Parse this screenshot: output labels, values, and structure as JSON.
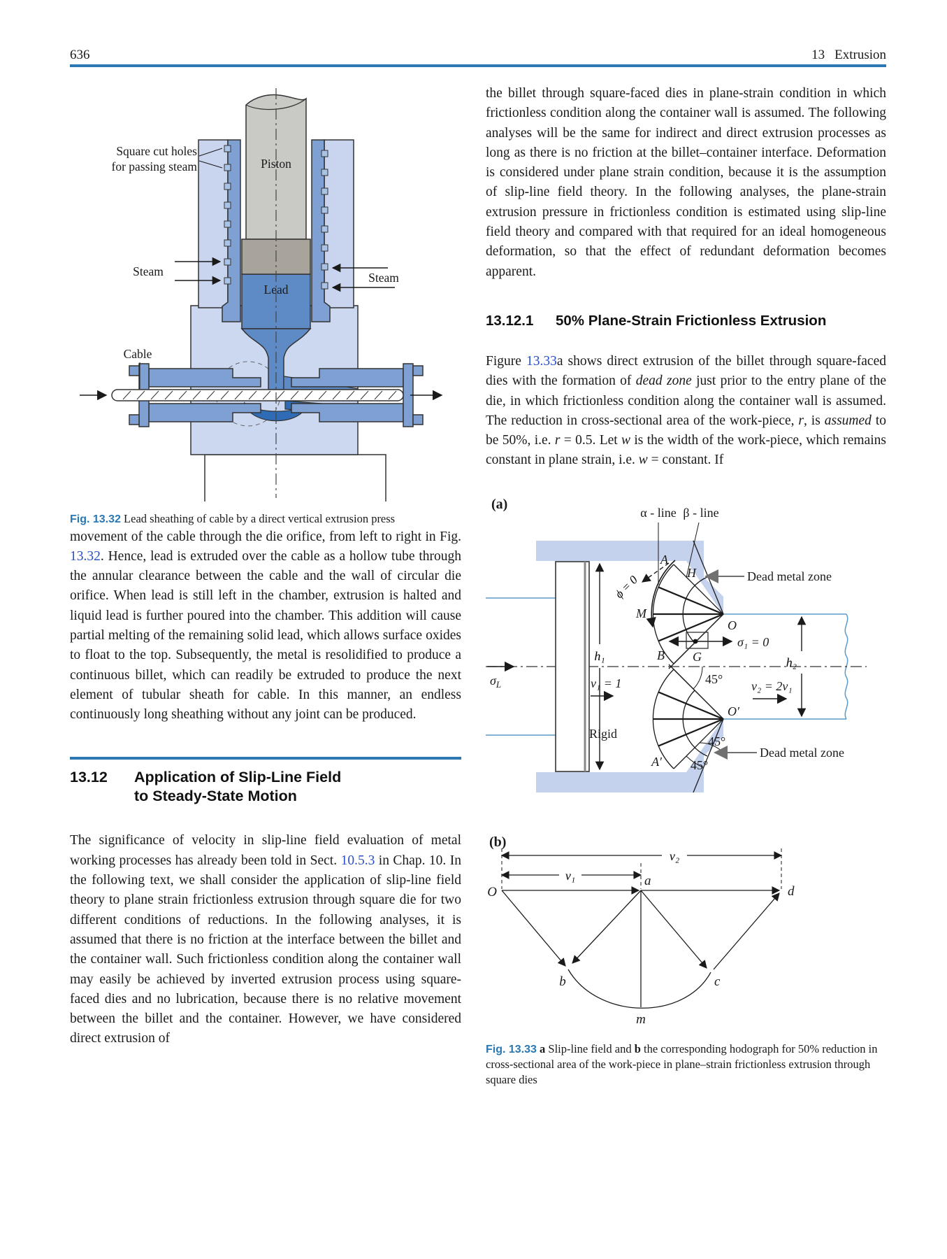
{
  "page": {
    "number": "636",
    "chapter_num": "13",
    "chapter_title": "Extrusion"
  },
  "left_column": {
    "fig32": {
      "label_square_holes_1": "Square cut holes",
      "label_square_holes_2": "for passing steam",
      "label_piston": "Piston",
      "label_steam_left": "Steam",
      "label_steam_right": "Steam",
      "label_lead": "Lead",
      "label_cable": "Cable",
      "caption_segments": [
        {
          "t": "Fig. 13.32",
          "c": "figlabel"
        },
        {
          "t": "  Lead sheathing of cable by a direct vertical extrusion press",
          "c": ""
        }
      ]
    },
    "para1_segments": [
      {
        "t": "movement of the cable through the die orifice, from left to right in Fig. ",
        "c": ""
      },
      {
        "t": "13.32",
        "c": "link"
      },
      {
        "t": ". Hence, lead is extruded over the cable as a hollow tube through the annular clearance between the cable and the wall of circular die orifice. When lead is still left in the chamber, extrusion is halted and liquid lead is further poured into the chamber. This addition will cause partial melting of the remaining solid lead, which allows surface oxides to float to the top. Subsequently, the metal is resolidified to produce a continuous billet, which can readily be extruded to produce the next element of tubular sheath for cable. In this manner, an endless continuously long sheathing without any joint can be produced.",
        "c": ""
      }
    ],
    "section": {
      "number": "13.12",
      "title_line1": "Application of Slip-Line Field",
      "title_line2": "to Steady-State Motion"
    },
    "para2_segments": [
      {
        "t": "The significance of velocity in slip-line field evaluation of metal working processes has already been told in Sect. ",
        "c": ""
      },
      {
        "t": "10.5.3",
        "c": "link"
      },
      {
        "t": " in Chap. 10. In the following text, we shall consider the application of slip-line field theory to plane strain frictionless extrusion through square die for two different conditions of reductions. In the following analyses, it is assumed that there is no friction at the interface between the billet and the container wall. Such frictionless condition along the container wall may easily be achieved by inverted extrusion process using square-faced dies and no lubrication, because there is no relative movement between the billet and the container. However, we have considered direct extrusion of",
        "c": ""
      }
    ]
  },
  "right_column": {
    "para1": "the billet through square-faced dies in plane-strain condition in which frictionless condition along the container wall is assumed. The following analyses will be the same for indirect and direct extrusion processes as long as there is no friction at the billet–container interface. Deformation is considered under plane strain condition, because it is the assumption of slip-line field theory. In the following analyses, the plane-strain extrusion pressure in frictionless condition is estimated using slip-line field theory and compared with that required for an ideal homogeneous deformation, so that the effect of redundant deformation becomes apparent.",
    "section": {
      "number": "13.12.1",
      "title": "50% Plane-Strain Frictionless Extrusion"
    },
    "para2_segments": [
      {
        "t": "Figure ",
        "c": ""
      },
      {
        "t": "13.33",
        "c": "link"
      },
      {
        "t": "a shows direct extrusion of the billet through square-faced dies with the formation of ",
        "c": ""
      },
      {
        "t": "dead zone",
        "c": "i"
      },
      {
        "t": " just prior to the entry plane of the die, in which frictionless condition along the container wall is assumed. The reduction in cross-sectional area of the work-piece, ",
        "c": ""
      },
      {
        "t": "r",
        "c": "i"
      },
      {
        "t": ", is ",
        "c": ""
      },
      {
        "t": "assumed",
        "c": "i"
      },
      {
        "t": " to be 50%, i.e. ",
        "c": ""
      },
      {
        "t": "r",
        "c": "i"
      },
      {
        "t": " = 0.5. Let ",
        "c": ""
      },
      {
        "t": "w",
        "c": "i"
      },
      {
        "t": " is the width of the work-piece, which remains constant in plane strain, i.e. ",
        "c": ""
      },
      {
        "t": "w",
        "c": "i"
      },
      {
        "t": " = constant. If",
        "c": ""
      }
    ],
    "fig33": {
      "panel_a": "(a)",
      "panel_b": "(b)",
      "alpha_line": "α - line",
      "beta_line": "β - line",
      "dead_top": "Dead metal zone",
      "dead_bottom": "Dead metal zone",
      "phi": "ϕ = 0",
      "pt_A": "A",
      "pt_H": "H",
      "pt_M": "M",
      "pt_O": "O",
      "pt_B": "B",
      "pt_G": "G",
      "pt_O2": "O′",
      "pt_A2": "A′",
      "sigma1": "σ₁ = 0",
      "sigmaL_main": "σ",
      "sigmaL_sub": "L",
      "h1": "h₁",
      "h2": "h₂",
      "v1_eq": "v₁ = 1",
      "v2_eq": "v₂ = 2v₁",
      "rigid": "Rigid",
      "deg45": "45°",
      "hodo": {
        "v1": "v₁",
        "v2": "v₂",
        "O": "O",
        "a": "a",
        "d": "d",
        "b": "b",
        "c": "c",
        "m": "m"
      },
      "caption_segments": [
        {
          "t": "Fig. 13.33",
          "c": "figlabel"
        },
        {
          "t": "  ",
          "c": ""
        },
        {
          "t": "a",
          "c": "b"
        },
        {
          "t": " Slip-line field and ",
          "c": ""
        },
        {
          "t": "b",
          "c": "b"
        },
        {
          "t": " the corresponding hodograph for 50% reduction in cross-sectional area of the work-piece in plane–strain frictionless extrusion through square dies",
          "c": ""
        }
      ]
    }
  }
}
